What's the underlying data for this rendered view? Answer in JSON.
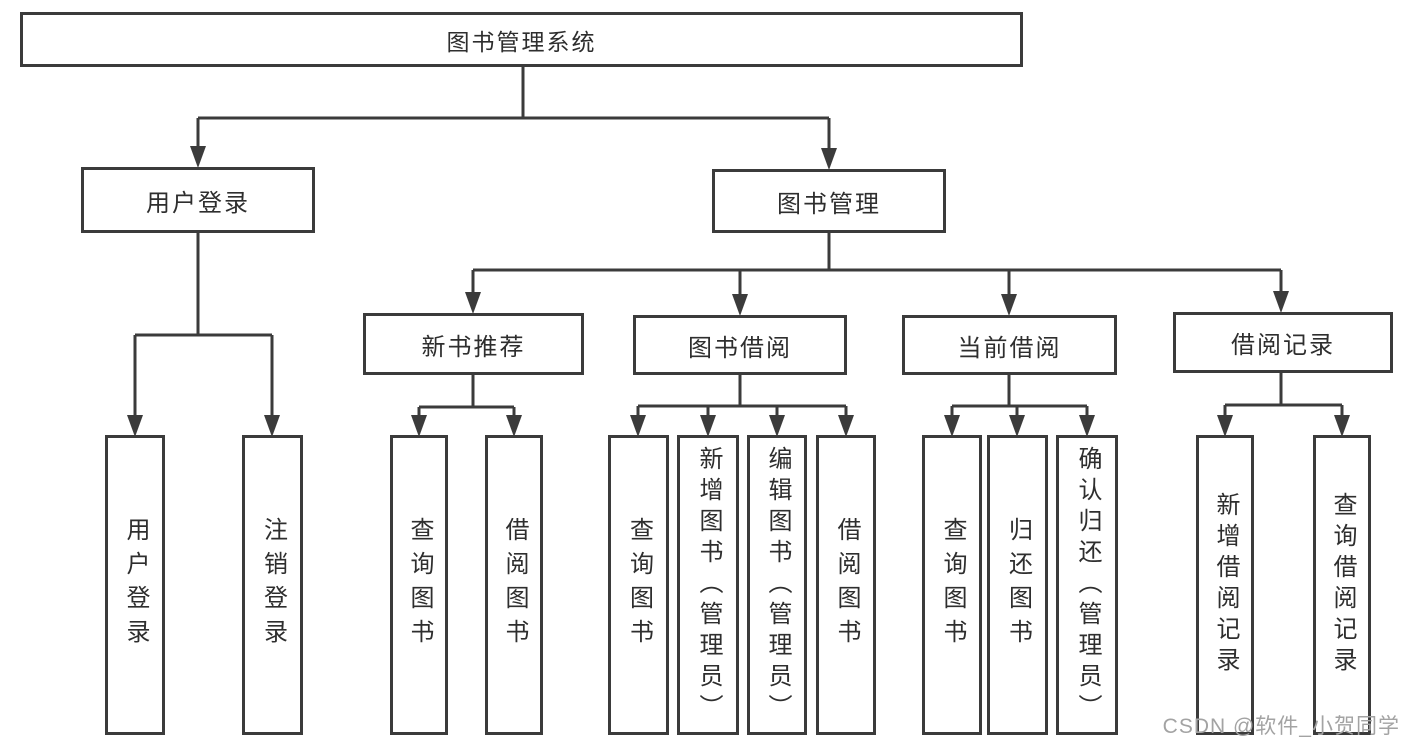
{
  "diagram_title": "图书管理系统",
  "colors": {
    "line": "#3b3b3b",
    "box_border": "#3b3b3b",
    "text": "#2e2e2e",
    "background": "#ffffff",
    "watermark": "#a3a3a3"
  },
  "nodes": {
    "root": {
      "label": "图书管理系统",
      "children": [
        "user_login",
        "book_management"
      ]
    },
    "user_login": {
      "label": "用户登录",
      "children": [
        "leaf_user_login",
        "leaf_logout"
      ]
    },
    "book_management": {
      "label": "图书管理",
      "children": [
        "new_book_recommendation",
        "book_borrowing",
        "current_borrowing",
        "borrowing_records"
      ]
    },
    "leaf_user_login": {
      "label": "用户登录",
      "children": []
    },
    "leaf_logout": {
      "label": "注销登录",
      "children": []
    },
    "new_book_recommendation": {
      "label": "新书推荐",
      "children": [
        "nbr_query_books",
        "nbr_borrow_books"
      ]
    },
    "book_borrowing": {
      "label": "图书借阅",
      "children": [
        "bb_query_books",
        "bb_add_books_admin",
        "bb_edit_books_admin",
        "bb_borrow_books"
      ]
    },
    "current_borrowing": {
      "label": "当前借阅",
      "children": [
        "cb_query_books",
        "cb_return_books",
        "cb_confirm_return_admin"
      ]
    },
    "borrowing_records": {
      "label": "借阅记录",
      "children": [
        "br_add_record",
        "br_query_record"
      ]
    },
    "nbr_query_books": {
      "label": "查询图书",
      "children": []
    },
    "nbr_borrow_books": {
      "label": "借阅图书",
      "children": []
    },
    "bb_query_books": {
      "label": "查询图书",
      "children": []
    },
    "bb_add_books_admin": {
      "label": "新增图书（管理员）",
      "children": []
    },
    "bb_edit_books_admin": {
      "label": "编辑图书（管理员）",
      "children": []
    },
    "bb_borrow_books": {
      "label": "借阅图书",
      "children": []
    },
    "cb_query_books": {
      "label": "查询图书",
      "children": []
    },
    "cb_return_books": {
      "label": "归还图书",
      "children": []
    },
    "cb_confirm_return_admin": {
      "label": "确认归还（管理员）",
      "children": []
    },
    "br_add_record": {
      "label": "新增借阅记录",
      "children": []
    },
    "br_query_record": {
      "label": "查询借阅记录",
      "children": []
    }
  },
  "watermark": {
    "text": "CSDN @软件_小贺同学"
  }
}
